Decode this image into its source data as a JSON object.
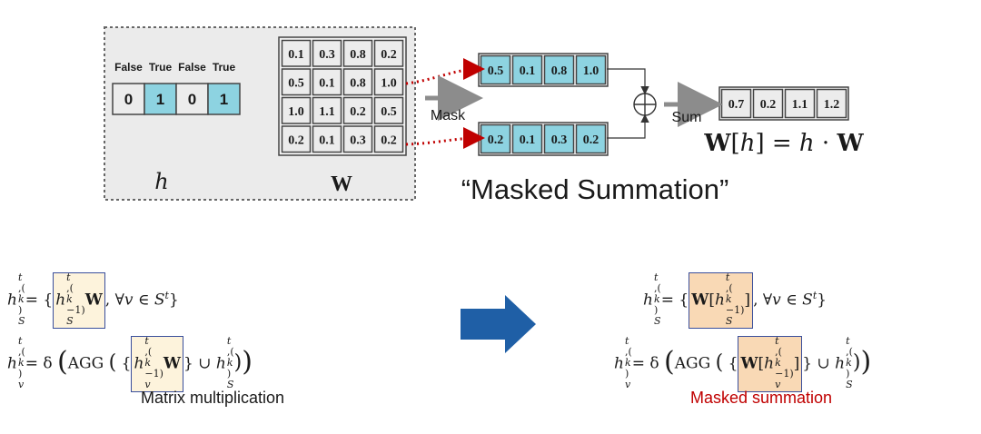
{
  "h_labels": [
    "False",
    "True",
    "False",
    "True"
  ],
  "h_values": [
    "0",
    "1",
    "0",
    "1"
  ],
  "W_matrix": [
    [
      "0.1",
      "0.3",
      "0.8",
      "0.2"
    ],
    [
      "0.5",
      "0.1",
      "0.8",
      "1.0"
    ],
    [
      "1.0",
      "1.1",
      "0.2",
      "0.5"
    ],
    [
      "0.2",
      "0.1",
      "0.3",
      "0.2"
    ]
  ],
  "masked_rows": [
    [
      "0.5",
      "0.1",
      "0.8",
      "1.0"
    ],
    [
      "0.2",
      "0.1",
      "0.3",
      "0.2"
    ]
  ],
  "sum_result": [
    "0.7",
    "0.2",
    "1.1",
    "1.2"
  ],
  "labels": {
    "h_symbol": "h",
    "W_symbol": "W",
    "mask": "Mask",
    "sum": "Sum",
    "plus": "+",
    "equation": "W[h] = h · W",
    "title": "“Masked Summation”"
  },
  "captions": {
    "left": "Matrix multiplication",
    "right": "Masked summation"
  },
  "colors": {
    "highlight_cell": "#8dd3e1",
    "dotted_arrow": "#c00000",
    "right_caption": "#c00000",
    "blue_arrow": "#1f5fa6",
    "hl_yellow": "#fdf3dc",
    "hl_orange": "#f9d9b5"
  }
}
